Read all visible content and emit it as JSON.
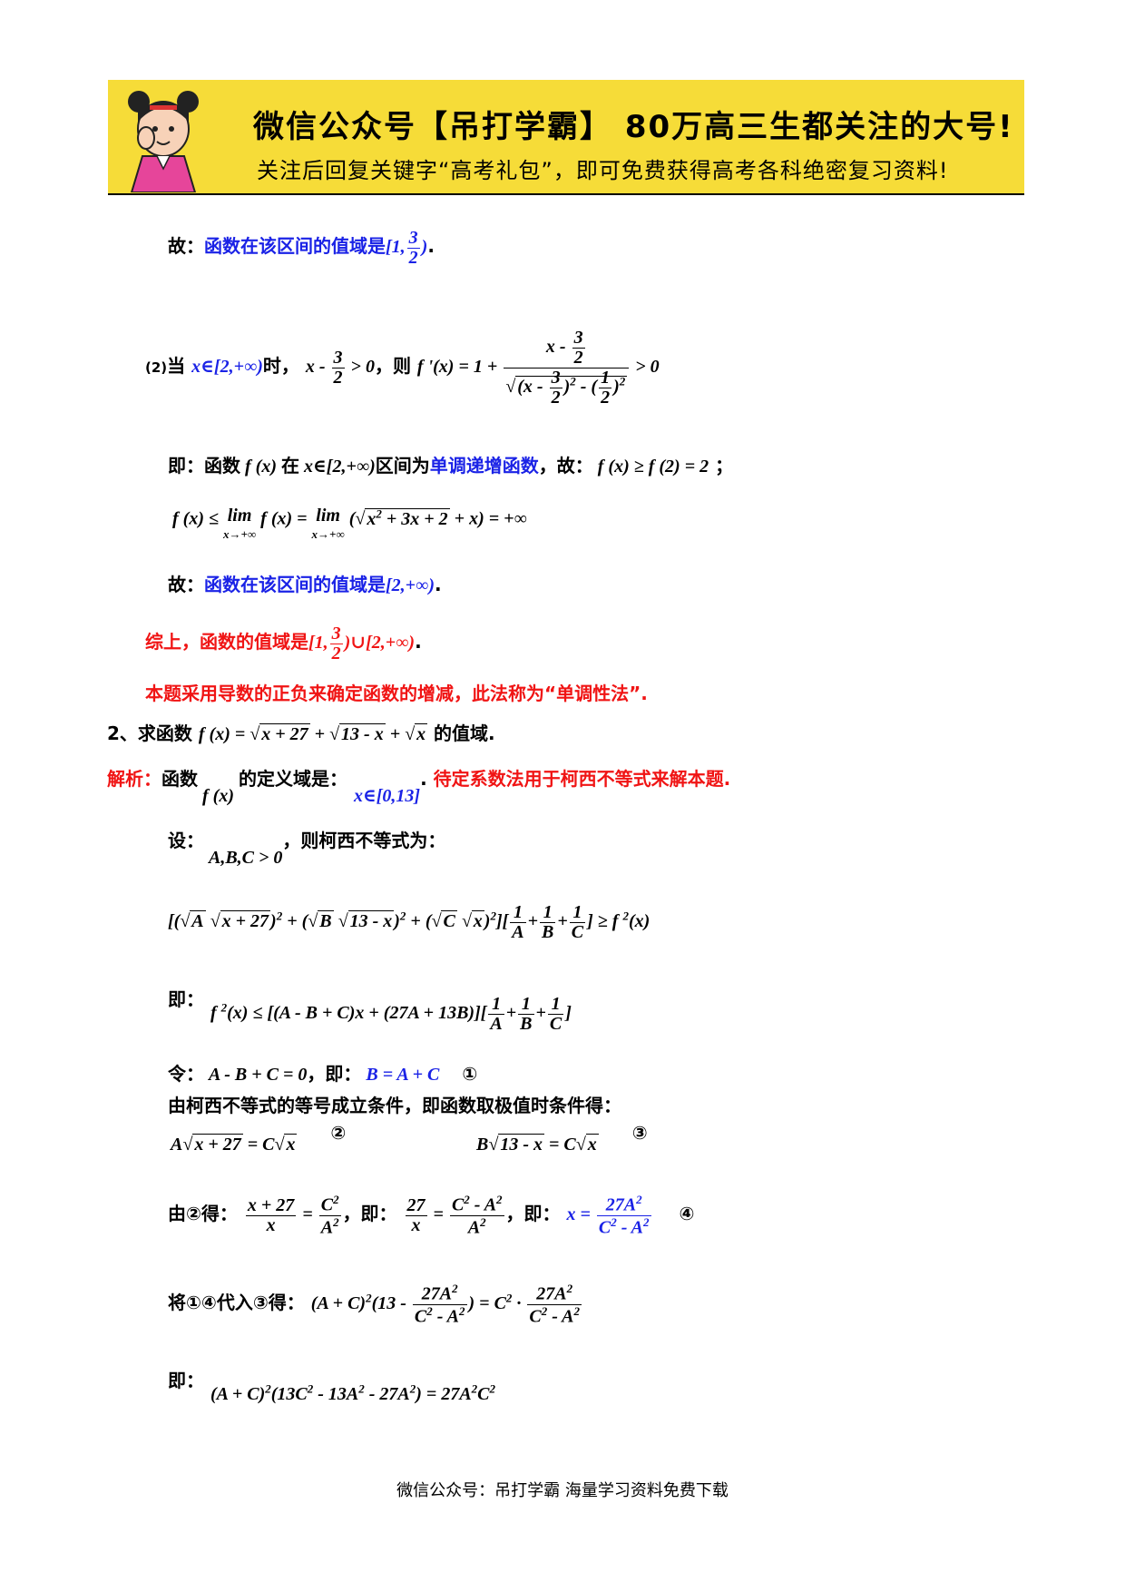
{
  "banner": {
    "line1": "微信公众号【吊打学霸】 80万高三生都关注的大号!",
    "line2": "关注后回复关键字“高考礼包”，即可免费获得高考各科绝密复习资料!",
    "colors": {
      "background": "#f6dc38",
      "text": "#000000"
    },
    "icon": "cartoon-girl-logo"
  },
  "content": {
    "l1_prefix": "故：",
    "l1_blue": "函数在该区间的值域是",
    "part2_label": "(2)",
    "part2_when": "当",
    "part2_then": "时，",
    "part2_ze": "，则",
    "l3_a": "即：函数",
    "l3_b": "在",
    "l3_c": "区间为",
    "l3_blue": "单调递增函数",
    "l3_d": "，故：",
    "l5_prefix": "故：",
    "l5_blue": "函数在该区间的值域是",
    "sum_red": "综上，函数的值域是",
    "note_red": "本题采用导数的正负来确定函数的增减，此法称为“单调性法”.",
    "q2_num": "2、",
    "q2_text": "求函数",
    "q2_tail": "的值域.",
    "jx_label": "解析：",
    "jx_a": "函数",
    "jx_b": "的定义域是：",
    "jx_red": "待定系数法用于柯西不等式来解本题.",
    "she": "设：",
    "she_tail": "，则柯西不等式为：",
    "ji1": "即：",
    "ling": "令：",
    "ling_ji": "，即：",
    "circ1": "①",
    "cond_text": "由柯西不等式的等号成立条件，即函数取极值时条件得：",
    "circ2": "②",
    "circ3": "③",
    "you2": "由②得：",
    "you2_ji": "，即：",
    "you2_ji2": "，即：",
    "circ4": "④",
    "sub": "将①④代入③得：",
    "ji2": "即："
  },
  "footer": {
    "text": "微信公众号：吊打学霸  海量学习资料免费下载"
  },
  "colors": {
    "blue": "#1a22e6",
    "red": "#f01414"
  }
}
